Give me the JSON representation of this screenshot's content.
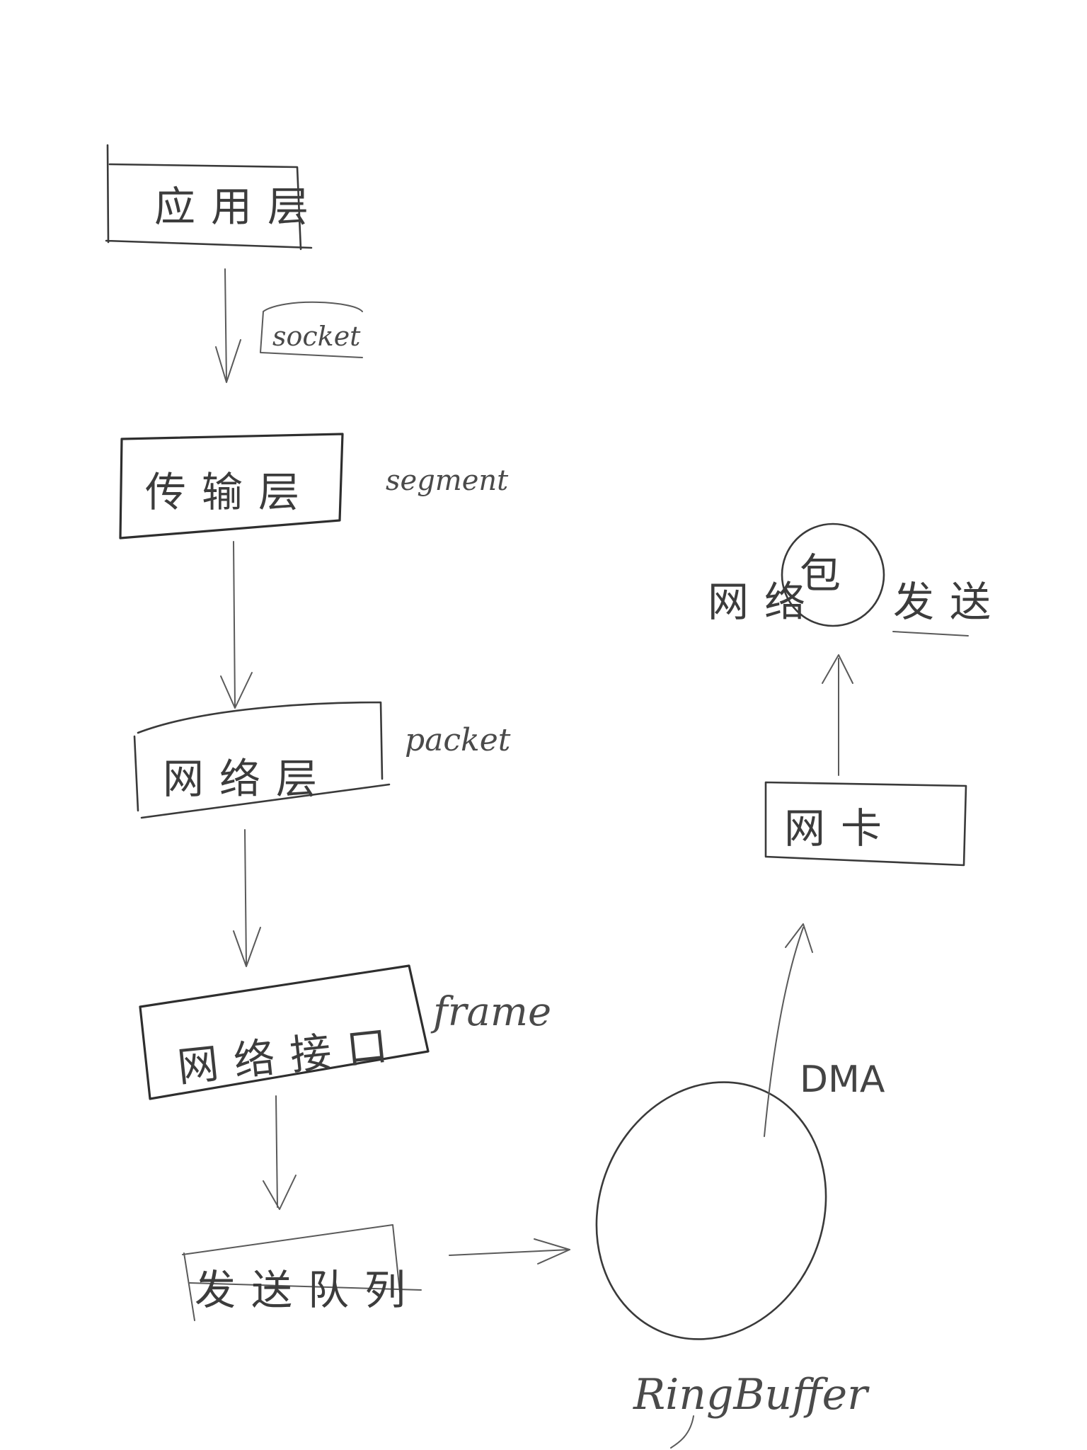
{
  "diagram": {
    "boxes": {
      "application": "应用层",
      "transport": "传输层",
      "network": "网络层",
      "interface": "网络接口",
      "send_queue": "发送队列",
      "nic": "网卡"
    },
    "labels": {
      "socket": "socket",
      "segment": "segment",
      "packet": "packet",
      "frame": "frame",
      "dma": "DMA",
      "ring_buffer": "RingBuffer",
      "packet_node": "包",
      "network_word": "网络",
      "send_word": "发送"
    }
  },
  "colors": {
    "ink": "#3a3a3a",
    "paper": "#ffffff"
  }
}
